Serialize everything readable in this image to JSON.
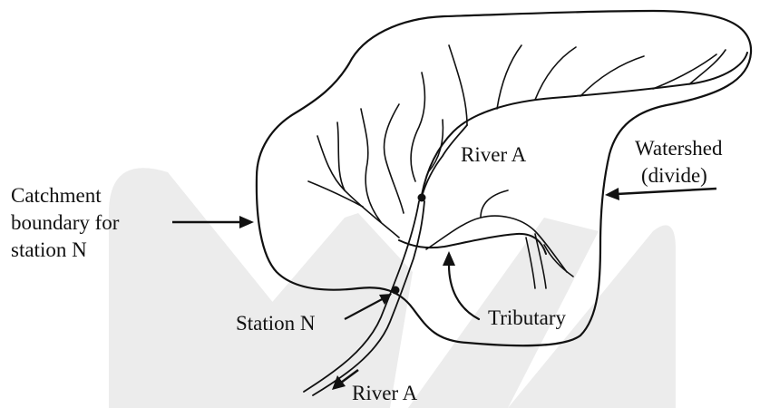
{
  "labels": {
    "catchment": [
      "Catchment",
      "boundary for",
      "station N"
    ],
    "watershed": [
      "Watershed",
      "(divide)"
    ],
    "river_a_top": "River A",
    "river_a_bottom": "River A",
    "station_n": "Station N",
    "tributary": "Tributary"
  },
  "colors": {
    "ink": "#111111",
    "watermark": "#ebebeb",
    "background": "#ffffff"
  }
}
